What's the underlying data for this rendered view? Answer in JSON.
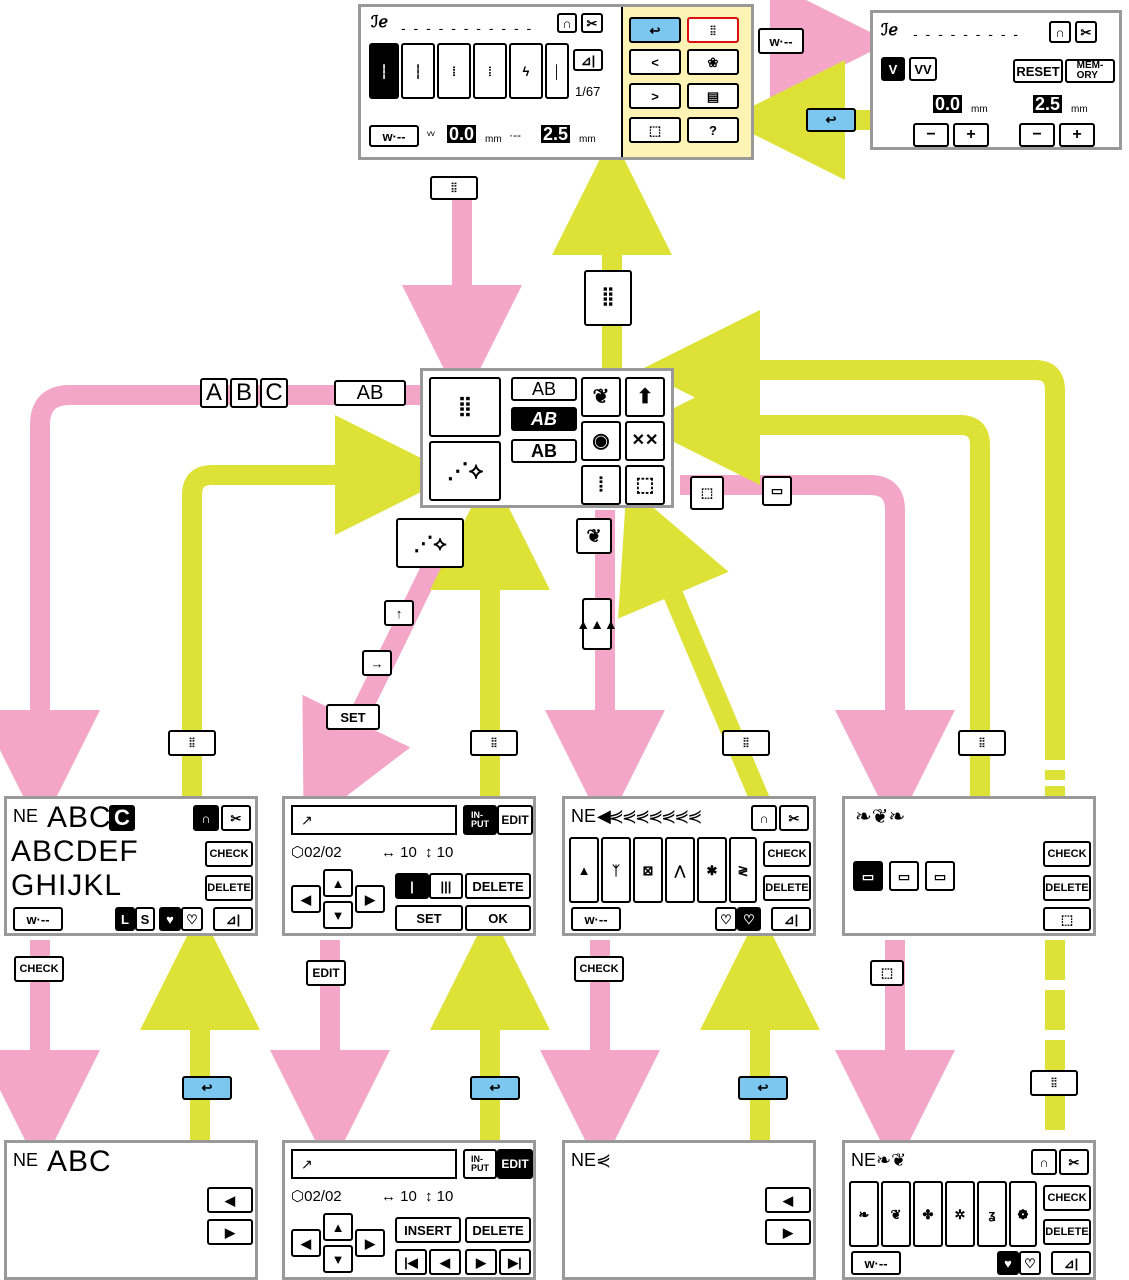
{
  "colors": {
    "pink": "#f4a6c8",
    "yellow": "#dfe236",
    "blue_button": "#7cc7f0",
    "frame": "#999999",
    "red_outline": "#dd1111"
  },
  "top_screen": {
    "counter": "1/67",
    "width_label": "0.0",
    "length_label": "2.5",
    "unit": "mm",
    "icons": [
      "presser-foot-icon",
      "twin-needle-icon",
      "reverse-icon",
      "scissors-icon",
      "mirror-icon",
      "width-icon",
      "length-icon",
      "back-icon",
      "next-page-icon",
      "prev-page-icon",
      "embroidery-icon",
      "memory-icon",
      "settings-icon",
      "help-icon"
    ]
  },
  "setting_screen": {
    "reset_label": "RESET",
    "memory_label": "MEM-\nORY",
    "width_value": "0.0",
    "length_value": "2.5",
    "unit": "mm",
    "minus_label": "−",
    "plus_label": "+"
  },
  "center_menu": {
    "ab_outline": "AB",
    "ab_script": "AB",
    "ab_bold": "AB",
    "icons": [
      "utility-stitch-icon",
      "character-icon",
      "decorative-icon",
      "heirloom-icon",
      "my-custom-stitch-icon",
      "cross-stitch-icon",
      "satin-icon",
      "outline-icon",
      "pocket-icon"
    ]
  },
  "transitions": {
    "abc_buttons": [
      "A",
      "B",
      "C"
    ],
    "ab_button": "AB",
    "set_button": "SET",
    "edit_button": "EDIT",
    "check_button_left": "CHECK",
    "check_button_mid": "CHECK"
  },
  "char_screen": {
    "row1": "ABC",
    "row1_sel": "C",
    "row2": [
      "A",
      "B",
      "C",
      "D",
      "E",
      "F"
    ],
    "row3": [
      "G",
      "H",
      "I",
      "J",
      "K",
      "L"
    ],
    "check": "CHECK",
    "delete": "DELETE",
    "l_label": "L",
    "s_label": "S"
  },
  "custom_screen": {
    "coords": "02/02",
    "h_value": "10",
    "v_value": "10",
    "input_label": "IN-\nPUT",
    "edit_label": "EDIT",
    "delete_label": "DELETE",
    "set_label": "SET",
    "ok_label": "OK"
  },
  "deco_screen": {
    "check": "CHECK",
    "delete": "DELETE"
  },
  "pocket_screen": {
    "check": "CHECK",
    "delete": "DELETE"
  },
  "bottom_screens": {
    "abc_text": "ABC",
    "custom_coords": "02/02",
    "custom_h": "10",
    "custom_v": "10",
    "custom_input": "IN-\nPUT",
    "custom_edit": "EDIT",
    "custom_insert": "INSERT",
    "custom_delete": "DELETE",
    "deco2_check": "CHECK",
    "deco2_delete": "DELETE"
  }
}
